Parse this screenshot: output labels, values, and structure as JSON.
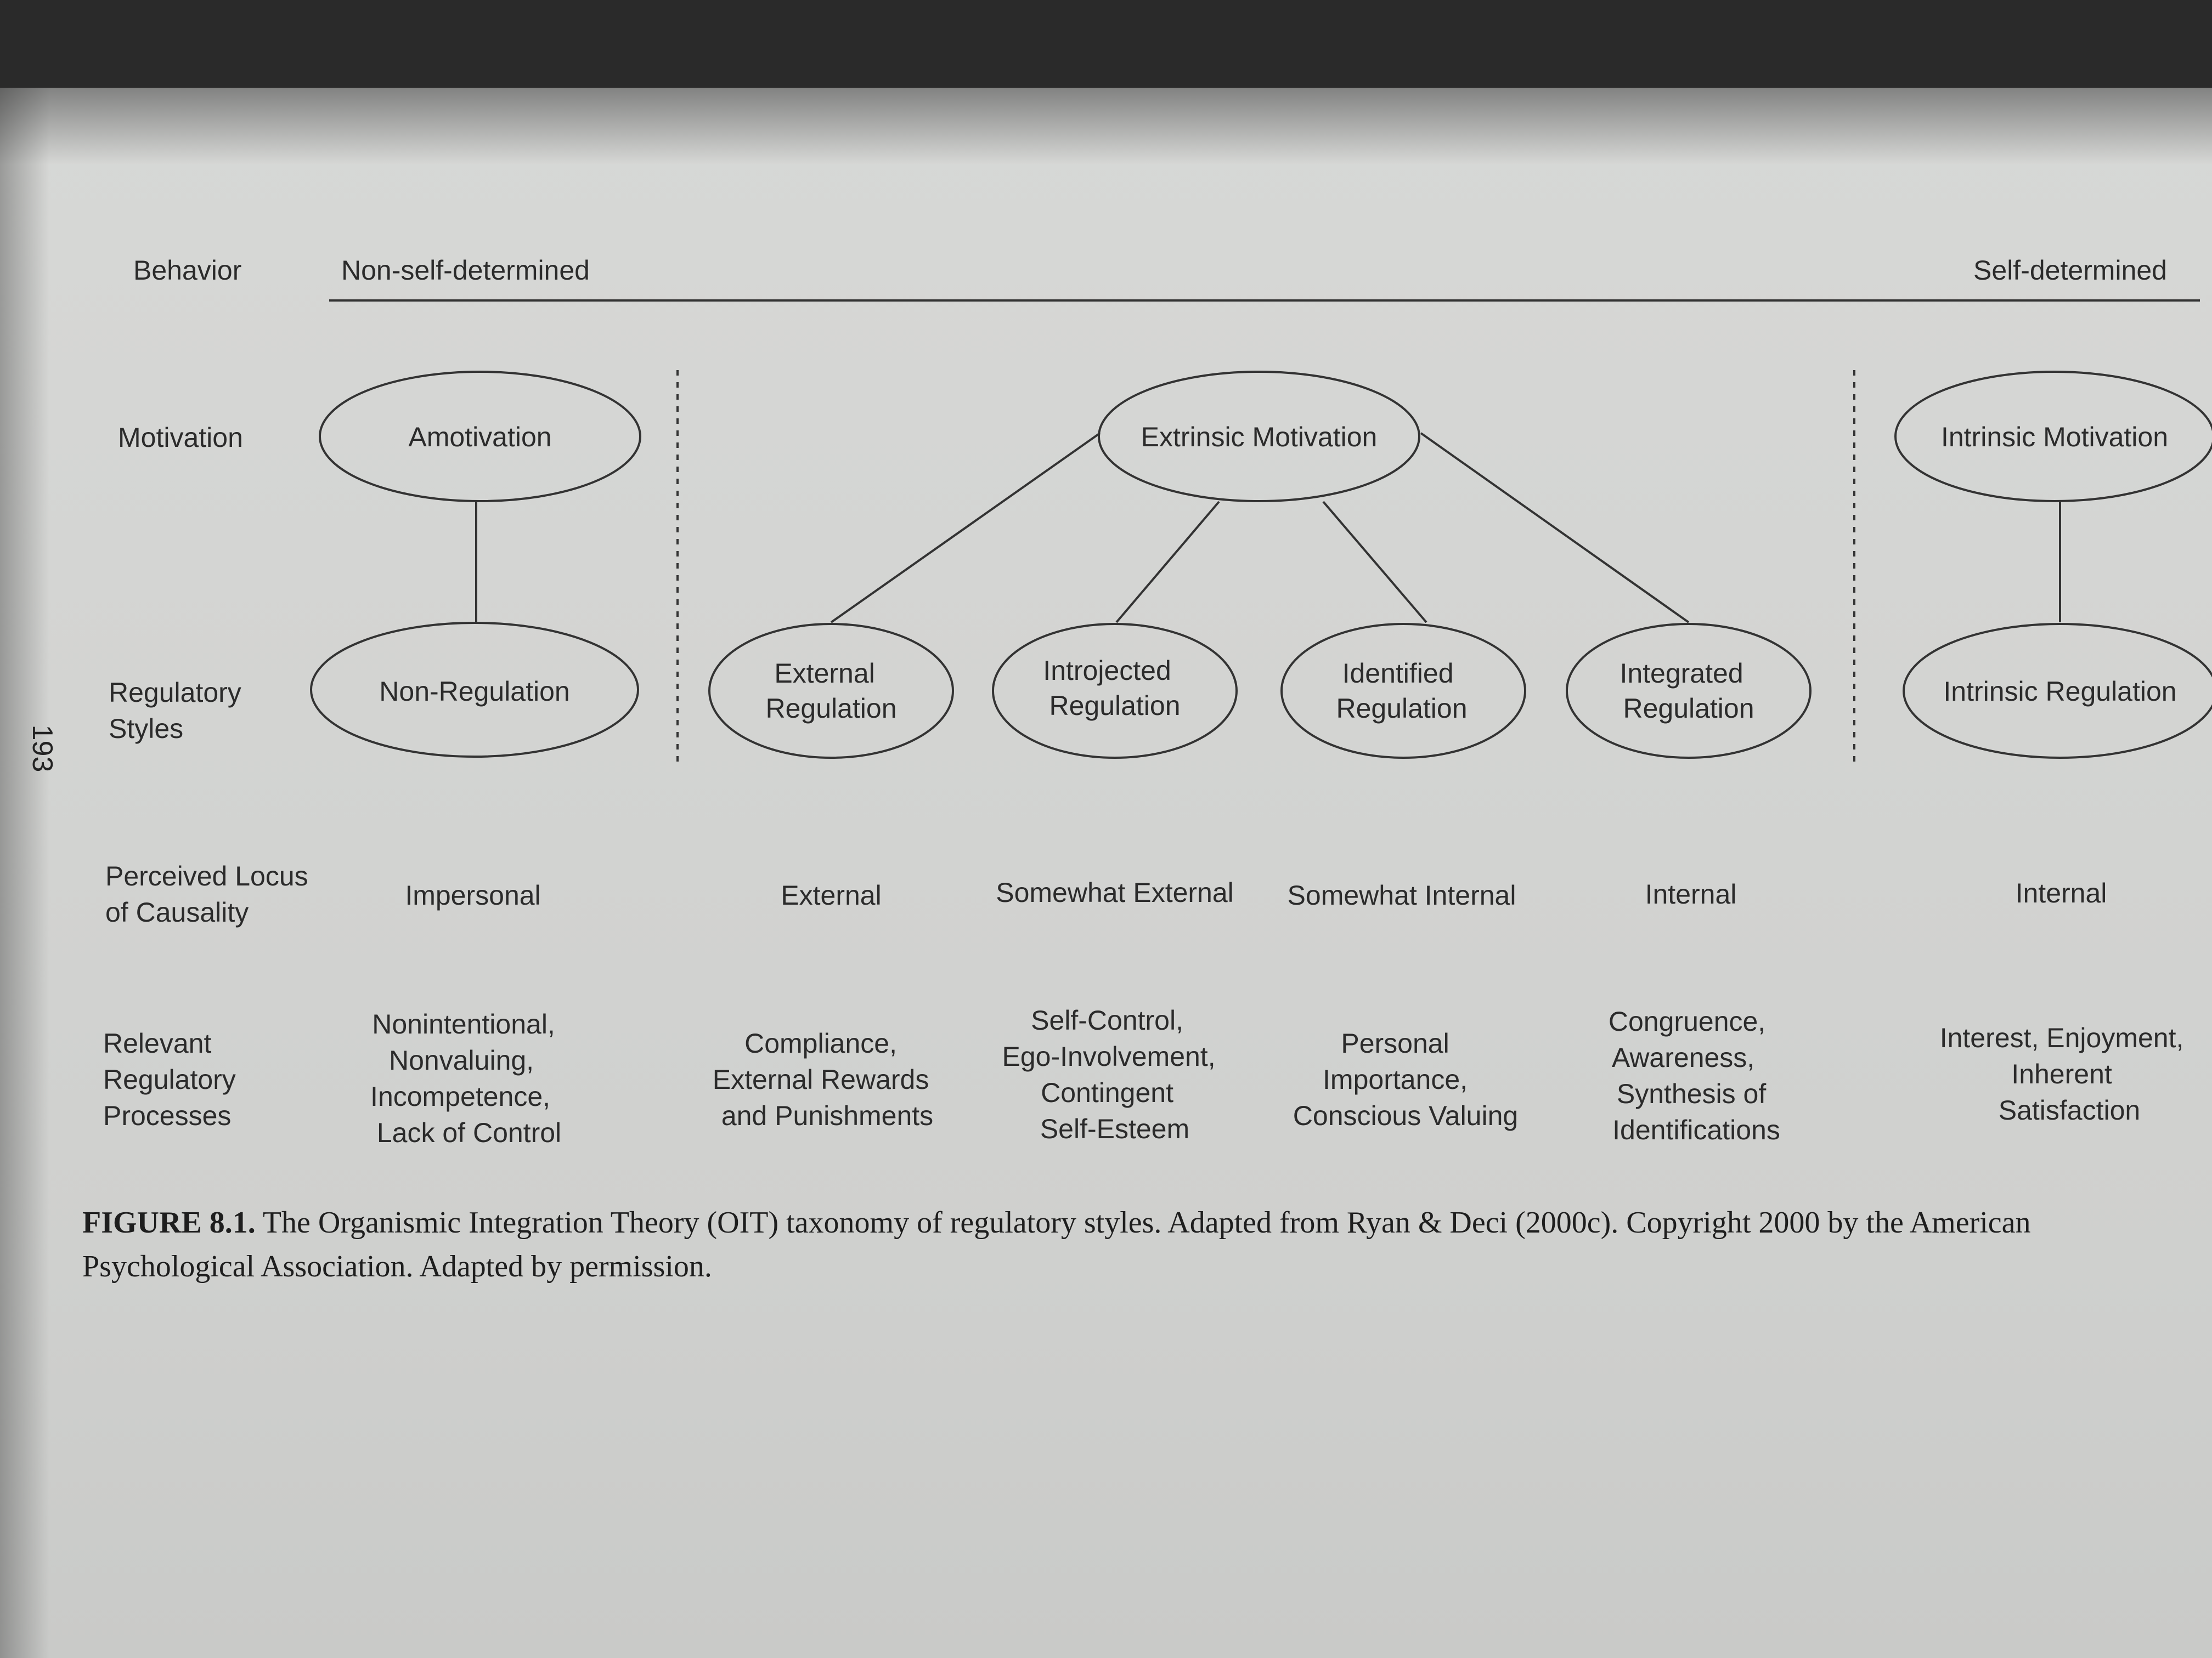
{
  "page_number": "193",
  "header": {
    "row_label": "Behavior",
    "left": "Non-self-determined",
    "right": "Self-determined"
  },
  "row_labels": {
    "motivation": "Motivation",
    "regulatory_styles": [
      "Regulatory",
      "Styles"
    ],
    "locus": [
      "Perceived Locus",
      "of Causality"
    ],
    "processes": [
      "Relevant",
      "Regulatory",
      "Processes"
    ]
  },
  "motivation_nodes": {
    "amotivation": "Amotivation",
    "extrinsic": "Extrinsic Motivation",
    "intrinsic": "Intrinsic Motivation"
  },
  "regulatory_nodes": {
    "non_regulation": [
      "Non-Regulation"
    ],
    "external": [
      "External",
      "Regulation"
    ],
    "introjected": [
      "Introjected",
      "Regulation"
    ],
    "identified": [
      "Identified",
      "Regulation"
    ],
    "integrated": [
      "Integrated",
      "Regulation"
    ],
    "intrinsic": [
      "Intrinsic Regulation"
    ]
  },
  "locus": {
    "non_regulation": "Impersonal",
    "external": "External",
    "introjected": "Somewhat External",
    "identified": "Somewhat Internal",
    "integrated": "Internal",
    "intrinsic": "Internal"
  },
  "processes": {
    "non_regulation": [
      "Nonintentional,",
      "Nonvaluing,",
      "Incompetence,",
      "Lack of Control"
    ],
    "external": [
      "Compliance,",
      "External Rewards",
      "and Punishments"
    ],
    "introjected": [
      "Self-Control,",
      "Ego-Involvement,",
      "Contingent",
      "Self-Esteem"
    ],
    "identified": [
      "Personal",
      "Importance,",
      "Conscious Valuing"
    ],
    "integrated": [
      "Congruence,",
      "Awareness,",
      "Synthesis of",
      "Identifications"
    ],
    "intrinsic": [
      "Interest, Enjoyment,",
      "Inherent",
      "Satisfaction"
    ]
  },
  "caption": {
    "figure_label": "FIGURE 8.1.",
    "text": "The Organismic Integration Theory (OIT) taxonomy of regulatory styles. Adapted from Ryan & Deci (2000c). Copyright 2000 by the American Psychological Association. Adapted by permission."
  }
}
